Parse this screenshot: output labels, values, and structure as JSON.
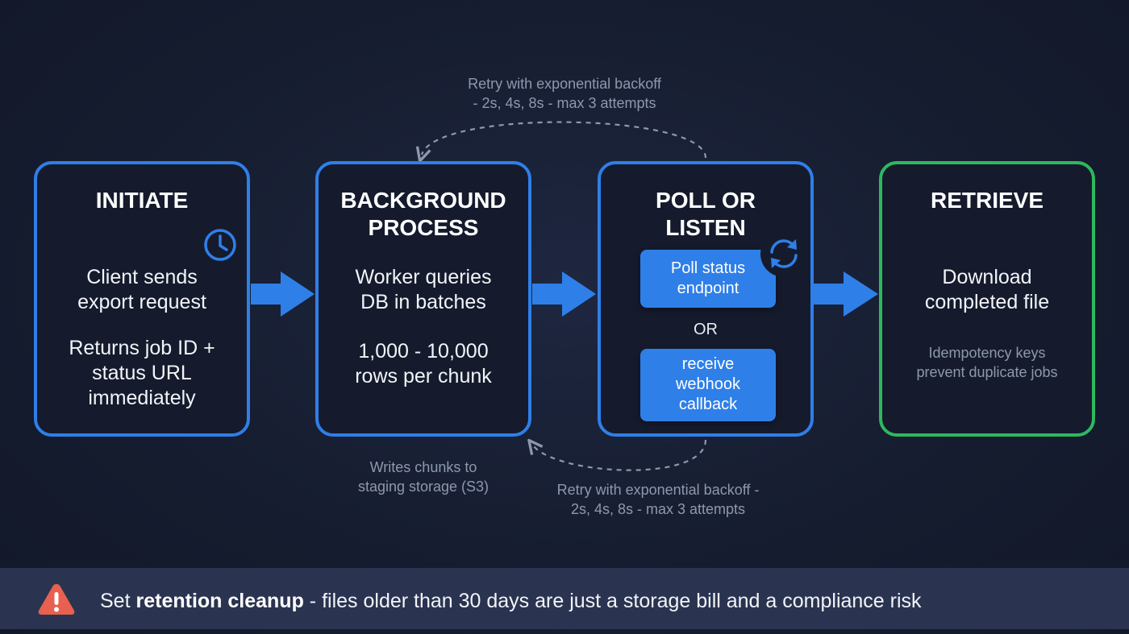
{
  "steps": [
    {
      "title_lines": [
        "INITIATE"
      ],
      "body_a": [
        "Client sends",
        "export request"
      ],
      "body_b": [
        "Returns job ID +",
        "status URL",
        "immediately"
      ],
      "icon": "clock-icon"
    },
    {
      "title_lines": [
        "BACKGROUND",
        "PROCESS"
      ],
      "body_a": [
        "Worker queries",
        "DB in batches"
      ],
      "body_b": [
        "1,000 - 10,000",
        "rows per chunk"
      ]
    },
    {
      "title_lines": [
        "POLL OR",
        "LISTEN"
      ],
      "option_a": [
        "Poll status",
        "endpoint"
      ],
      "or_label": "OR",
      "option_b": [
        "receive",
        "webhook",
        "callback"
      ],
      "icon": "refresh-icon"
    },
    {
      "title_lines": [
        "RETRIEVE"
      ],
      "body_a": [
        "Download",
        "completed file"
      ],
      "note": [
        "Idempotency keys",
        "prevent duplicate jobs"
      ]
    }
  ],
  "annotations": {
    "retry_top": [
      "Retry with exponential backoff",
      "- 2s, 4s, 8s - max 3 attempts"
    ],
    "writes": [
      "Writes chunks to",
      "staging storage (S3)"
    ],
    "retry_bottom": [
      "Retry with exponential backoff -",
      "2s, 4s, 8s - max 3 attempts"
    ]
  },
  "banner": {
    "icon": "warning-icon",
    "prefix": "Set ",
    "bold": "retention cleanup",
    "suffix": " - files older than 30 days are just a storage bill and a compliance risk"
  },
  "colors": {
    "background": "#161d30",
    "blue": "#2f7fe8",
    "green": "#2fb85e",
    "muted_text": "#8e98ad",
    "warning": "#e8604f",
    "banner": "#2a3450"
  }
}
